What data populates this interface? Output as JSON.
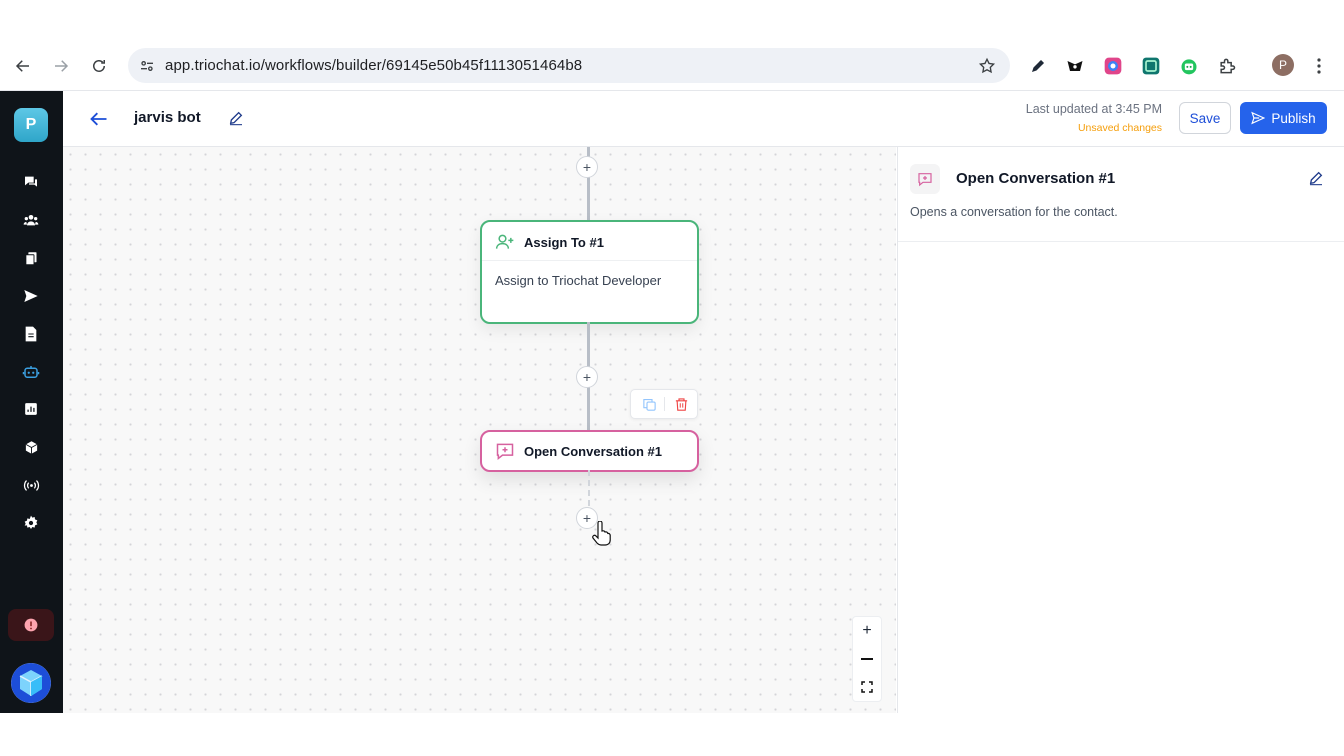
{
  "browser": {
    "url": "app.triochat.io/workflows/builder/69145e50b45f1113051464b8",
    "profile_initial": "P"
  },
  "sidebar": {
    "workspace_initial": "P",
    "items": [
      {
        "name": "conversations-icon"
      },
      {
        "name": "contacts-icon"
      },
      {
        "name": "documents-icon"
      },
      {
        "name": "broadcast-send-icon"
      },
      {
        "name": "templates-icon"
      },
      {
        "name": "bot-icon",
        "active": true
      },
      {
        "name": "reports-icon"
      },
      {
        "name": "integrations-icon"
      },
      {
        "name": "channels-icon"
      },
      {
        "name": "settings-icon"
      }
    ]
  },
  "header": {
    "workflow_name": "jarvis bot",
    "last_updated": "Last updated at 3:45 PM",
    "unsaved": "Unsaved changes",
    "save_label": "Save",
    "publish_label": "Publish"
  },
  "canvas": {
    "nodes": [
      {
        "type": "assign",
        "title": "Assign To #1",
        "body": "Assign to Triochat Developer",
        "color": "#4ab57a"
      },
      {
        "type": "open_conversation",
        "title": "Open Conversation #1",
        "color": "#d6619f"
      }
    ],
    "add_symbol": "+",
    "zoom_in": "+",
    "zoom_out": "−"
  },
  "panel": {
    "title": "Open Conversation #1",
    "description": "Opens a conversation for the contact."
  },
  "colors": {
    "primary": "#2563eb",
    "assign_node": "#4ab57a",
    "open_node": "#d6619f",
    "warning": "#f59e0b",
    "rail_bg": "#0f1419"
  }
}
